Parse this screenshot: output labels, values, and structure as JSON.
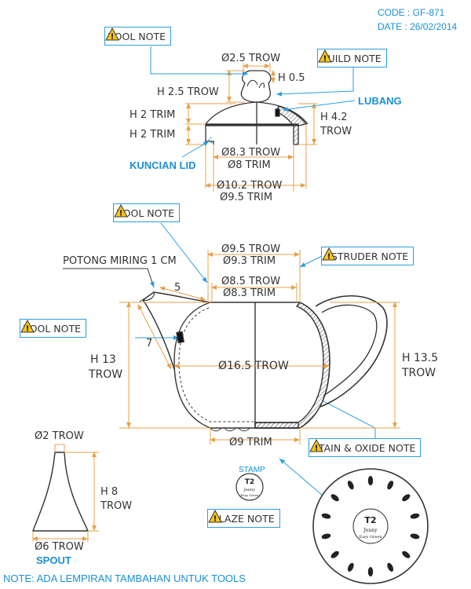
{
  "header": {
    "code": "CODE : GF-871",
    "date": "DATE : 26/02/2014"
  },
  "notes": {
    "tool_note_1": "TOOL NOTE",
    "build_note": "BUILD NOTE",
    "tool_note_2": "TOOL NOTE",
    "estruder_note": "ESTRUDER NOTE",
    "tool_note_3": "TOOL NOTE",
    "stain_oxide_note": "STAIN & OXIDE NOTE",
    "glaze_note": "GLAZE NOTE"
  },
  "labels": {
    "lubang": "LUBANG",
    "kuncian_lid": "KUNCIAN LID",
    "spout": "SPOUT",
    "stamp": "STAMP",
    "potong_miring": "POTONG MIRING 1 CM",
    "footer_note": "NOTE: ADA LEMPIRAN TAMBAHAN UNTUK TOOLS"
  },
  "lid_dims": {
    "knob_dia": "Ø2.5 TROW",
    "knob_h": "H 0.5",
    "knob_height": "H 2.5 TROW",
    "h2_trim_a": "H 2 TRIM",
    "h2_trim_b": "H 2 TRIM",
    "h42": "H 4.2",
    "h42_trow": "TROW",
    "d83": "Ø8.3 TROW",
    "d8": "Ø8 TRIM",
    "d102": "Ø10.2 TROW",
    "d95": "Ø9.5 TRIM"
  },
  "body_dims": {
    "d95_trow": "Ø9.5 TROW",
    "d93_trim": "Ø9.3 TRIM",
    "d85_trow": "Ø8.5 TROW",
    "d83_trim": "Ø8.3 TRIM",
    "d165": "Ø16.5 TROW",
    "d9_trim": "Ø9 TRIM",
    "h13": "H 13",
    "h13_trow": "TROW",
    "h135": "H 13.5",
    "h135_trow": "TROW",
    "spout_5": "5",
    "spout_7": "7"
  },
  "spout_dims": {
    "d2": "Ø2 TROW",
    "h8": "H 8",
    "h8_trow": "TROW",
    "d6": "Ø6 TROW"
  },
  "stamp": {
    "code": "T2",
    "line1": "Jenny",
    "line2": "Easy Green"
  },
  "colors": {
    "dimension": "#e8a04a",
    "note_border": "#2a9fe0",
    "blue_text": "#1a8fd6",
    "outline": "#333333"
  }
}
